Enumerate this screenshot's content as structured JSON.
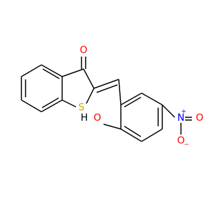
{
  "structure": {
    "atoms": {
      "carbonyl_oxygen": "O",
      "sulfur": "S",
      "hydroxyl_hydrogen": "H",
      "hydroxyl_oxygen": "O",
      "nitro_nitrogen": "N",
      "nitro_oxygen_right": "O",
      "nitro_oxygen_bottom": "O"
    },
    "charges": {
      "nitro_nitrogen": "+",
      "nitro_oxygen_bottom": "−"
    }
  },
  "colors": {
    "bond": "#000000",
    "carbon_text": "#000000",
    "oxygen": "#ff0000",
    "sulfur": "#c8a800",
    "nitrogen": "#0000ff"
  }
}
